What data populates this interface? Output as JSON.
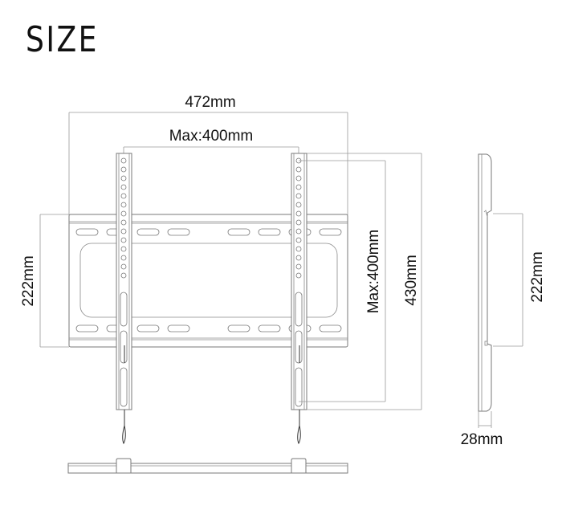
{
  "title": "SIZE",
  "views": {
    "front": {
      "overall_width_label": "472mm",
      "vesa_width_label": "Max:400mm",
      "plate_height_label": "222mm",
      "vesa_height_label": "Max:400mm",
      "overall_height_label": "430mm"
    },
    "side": {
      "plate_height_label": "222mm",
      "depth_label": "28mm"
    },
    "top": {
      "label": ""
    }
  },
  "dimensions": {
    "overall_width_mm": 472,
    "max_vesa_width_mm": 400,
    "plate_height_mm": 222,
    "max_vesa_height_mm": 400,
    "overall_height_mm": 430,
    "depth_mm": 28
  },
  "colors": {
    "line": "#7a7a7a",
    "dimension_line": "#9a9a9a",
    "text": "#111111"
  }
}
